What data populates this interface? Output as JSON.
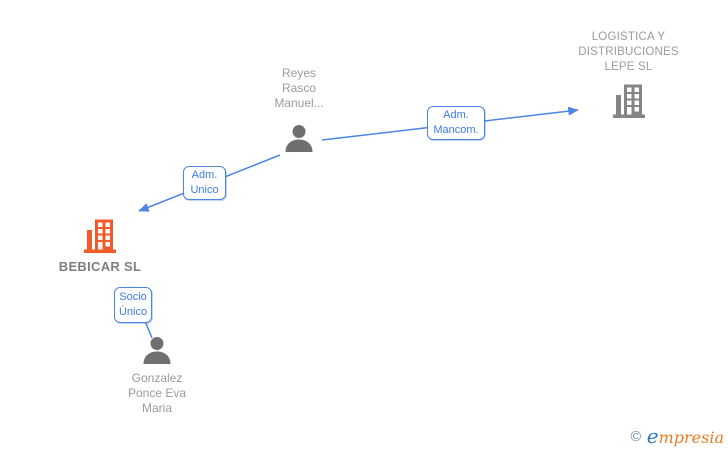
{
  "diagram": {
    "nodes": {
      "reyes": {
        "type": "person",
        "label": "Reyes\nRasco\nManuel..."
      },
      "logistica": {
        "type": "company",
        "label": "LOGISTICA Y\nDISTRIBUCIONES\nLEPE SL"
      },
      "bebicar": {
        "type": "company",
        "label": "BEBICAR SL",
        "highlighted": true
      },
      "gonzalez": {
        "type": "person",
        "label": "Gonzalez\nPonce Eva\nMaria"
      }
    },
    "edges": {
      "adm_mancom": {
        "label": "Adm.\nMancom.",
        "from": "reyes",
        "to": "logistica"
      },
      "adm_unico": {
        "label": "Adm.\nUnico",
        "from": "reyes",
        "to": "bebicar"
      },
      "socio_unico": {
        "label": "Socio\nÚnico",
        "from": "gonzalez",
        "to": "bebicar"
      }
    },
    "colors": {
      "edge_blue": "#4d86e0",
      "chip_text_blue": "#3d7be8",
      "icon_gray": "#6f6f6f",
      "building_gray": "#858585",
      "highlight_orange": "#f25a29",
      "label_gray": "#9b9b9b",
      "highlight_label_gray": "#7f7f7f"
    }
  },
  "watermark": {
    "copyright_symbol": "©",
    "brand_first_letter": "e",
    "brand_rest": "mpresia"
  }
}
